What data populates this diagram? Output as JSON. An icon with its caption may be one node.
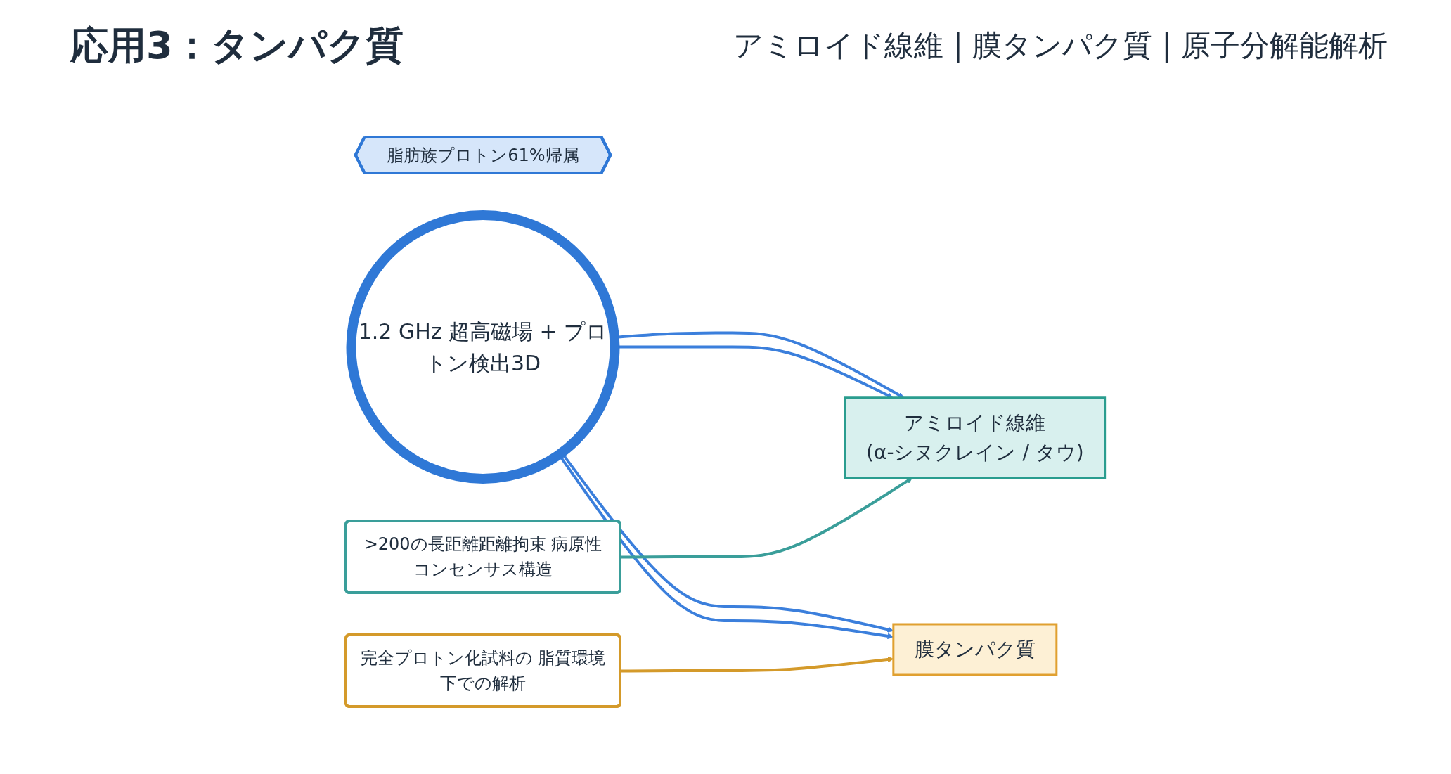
{
  "diagram": {
    "title": "応用3：タンパク質",
    "nodes": [
      {
        "text": [
          "1.2 GHz 超高磁場 + プロトン検出3D"
        ]
      },
      {
        "text": [
          "脂肪族プロトン61%帰属"
        ]
      },
      {
        "text": [
          "アミロイド線維",
          "(α-シヌクレイン / タウ)"
        ]
      },
      {
        "text": [
          ">200の長距離距離拘束 病原性コンセンサス構造"
        ]
      },
      {
        "text": [
          "膜タンパク質"
        ]
      },
      {
        "text": [
          "完全プロトン化試料の 脂質環境下での解析"
        ]
      }
    ],
    "edges": [
      {
        "from": 0,
        "to": 2,
        "arrow": "to"
      },
      {
        "from": 0,
        "to": 2,
        "arrow": "to"
      },
      {
        "from": 0,
        "to": 4,
        "arrow": "to"
      },
      {
        "from": 0,
        "to": 4,
        "arrow": "to"
      },
      {
        "from": 3,
        "to": 2,
        "arrow": "to",
        "color": "#3a9e9a"
      },
      {
        "from": 5,
        "to": 4,
        "arrow": "to",
        "color": "#d49a2a"
      }
    ],
    "labels": [
      "アミロイド線維 | 膜タンパク質 | 原子分解能解析"
    ]
  }
}
